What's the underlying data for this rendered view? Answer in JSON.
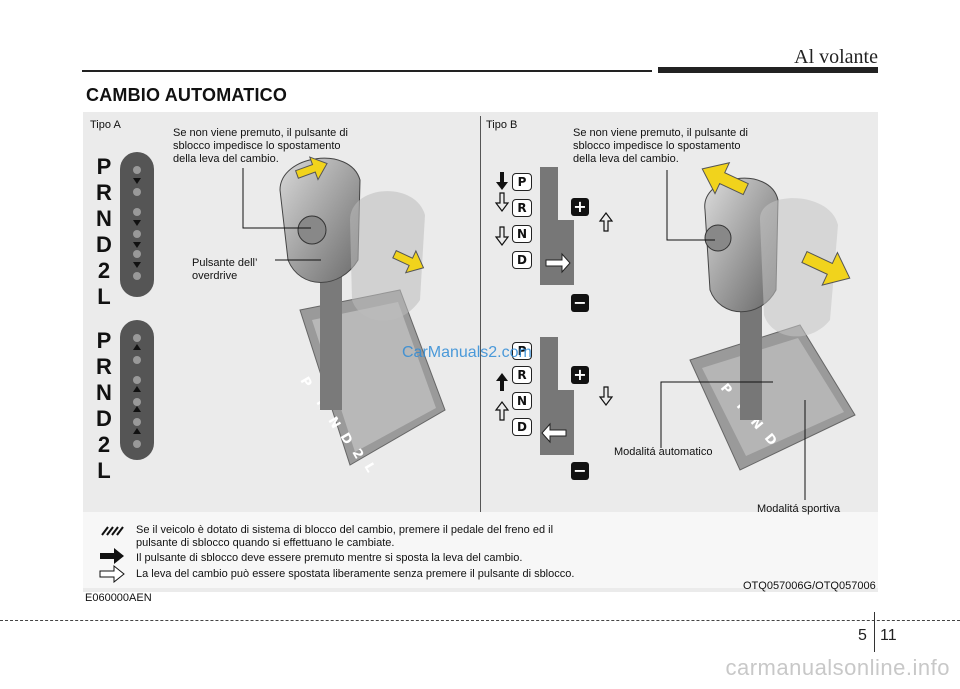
{
  "header": {
    "chapter": "Al volante"
  },
  "section": {
    "title": "CAMBIO AUTOMATICO"
  },
  "tipo_a": {
    "label": "Tipo A",
    "callout_release": "Se non viene premuto, il pulsante di\nsblocco impedisce lo spostamento\ndella leva del cambio.",
    "callout_overdrive": "Pulsante dell’\noverdrive",
    "letters_top": [
      "P",
      "R",
      "N",
      "D",
      "2",
      "L"
    ],
    "letters_bottom": [
      "P",
      "R",
      "N",
      "D",
      "2",
      "L"
    ]
  },
  "tipo_b": {
    "label": "Tipo B",
    "callout_release": "Se non viene premuto, il pulsante di\nsblocco impedisce lo spostamento\ndella leva del cambio.",
    "gate_letters": [
      "P",
      "R",
      "N",
      "D"
    ],
    "plus": "+",
    "minus": "−",
    "mode_auto": "Modalitá automatico",
    "mode_sport": "Modalitá sportiva"
  },
  "legend": {
    "line1": "Se il veicolo è dotato di sistema di blocco del cambio, premere il pedale del freno ed il",
    "line1b": "pulsante di sblocco quando si effettuano le cambiate.",
    "line2": "Il pulsante di sblocco deve essere premuto mentre si sposta la leva del cambio.",
    "line3": "La leva del cambio può essere spostata liberamente senza premere il pulsante di sblocco."
  },
  "figure_code": "OTQ057006G/OTQ057006",
  "doc_code": "E060000AEN",
  "watermark": "CarManuals2.com",
  "page": {
    "chapter": "5",
    "number": "11"
  },
  "site_watermark": "carmanualsonline.info"
}
